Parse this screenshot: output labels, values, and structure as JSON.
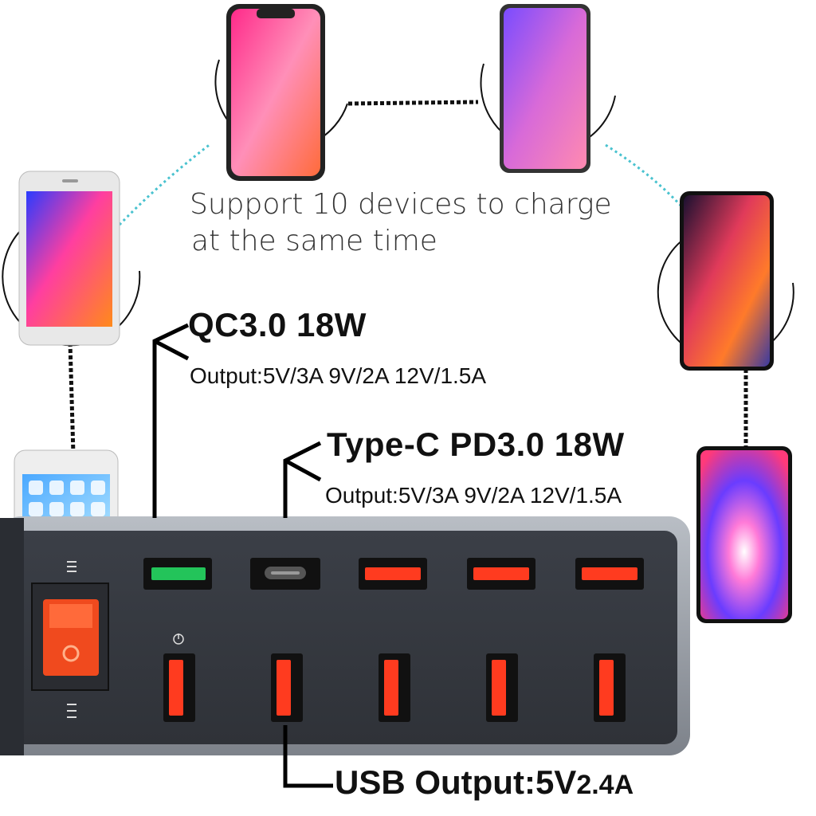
{
  "headline": {
    "line1": "Support 10 devices to charge",
    "line2": "at the same time"
  },
  "qc": {
    "title": "QC3.0 18W",
    "output": "Output:5V/3A  9V/2A 12V/1.5A"
  },
  "typec": {
    "title": "Type-C PD3.0 18W",
    "output": "Output:5V/3A 9V/2A 12V/1.5A"
  },
  "usb": {
    "title": "USB Output:5V",
    "current": "2.4A"
  },
  "colors": {
    "hub_body": "#3a3d44",
    "hub_frame": "#9aa0a8",
    "usb_port_red": "#ff3b1f",
    "qc_port_green": "#23c45a",
    "switch_red": "#f04a1e",
    "cable_dots": "#49c2cf"
  },
  "icons": [
    "phone-icon",
    "usb-port-icon",
    "usbc-port-icon",
    "power-switch-icon",
    "power-indicator-icon"
  ]
}
